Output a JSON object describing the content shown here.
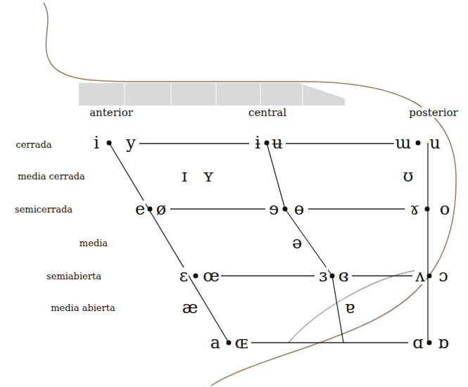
{
  "diagram": {
    "labels": [
      "anterior",
      "central",
      "posterior",
      "cerrada",
      "media cerrada",
      "semicerrada",
      "media",
      "semiabierta",
      "media abierta",
      "i",
      "y",
      "ɨ",
      "ʉ",
      "ɯ",
      "u",
      "ɪ",
      "ʏ",
      "ʊ",
      "e",
      "ø",
      "ɘ",
      "ɵ",
      "ɤ",
      "o",
      "ə",
      "ɛ",
      "œ",
      "ɜ",
      "ɞ",
      "ʌ",
      "ɔ",
      "æ",
      "ɐ",
      "a",
      "ɶ",
      "ɑ",
      "ɒ"
    ]
  }
}
